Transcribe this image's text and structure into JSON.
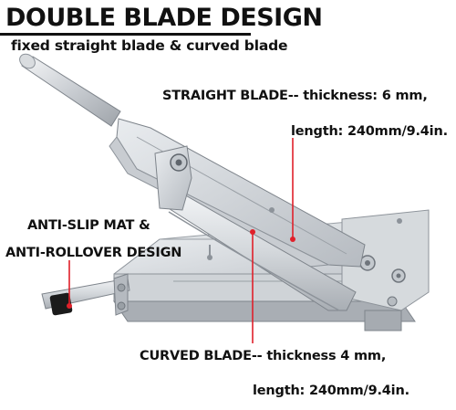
{
  "header": {
    "title": "DOUBLE BLADE DESIGN",
    "subtitle": "fixed straight blade & curved blade"
  },
  "callouts": {
    "straight_blade": {
      "line1": "STRAIGHT BLADE-- thickness: 6 mm,",
      "line2": "length: 240mm/9.4in."
    },
    "anti_slip": {
      "line1": "ANTI-SLIP MAT &",
      "line2": "ANTI-ROLLOVER DESIGN"
    },
    "curved_blade": {
      "line1": "CURVED BLADE-- thickness 4 mm,",
      "line2": "length: 240mm/9.4in."
    }
  },
  "colors": {
    "text": "#111111",
    "callout_line": "#e0202a",
    "steel_light": "#e4e7ea",
    "steel_mid": "#bfc4c9",
    "steel_dark": "#8d939a"
  }
}
